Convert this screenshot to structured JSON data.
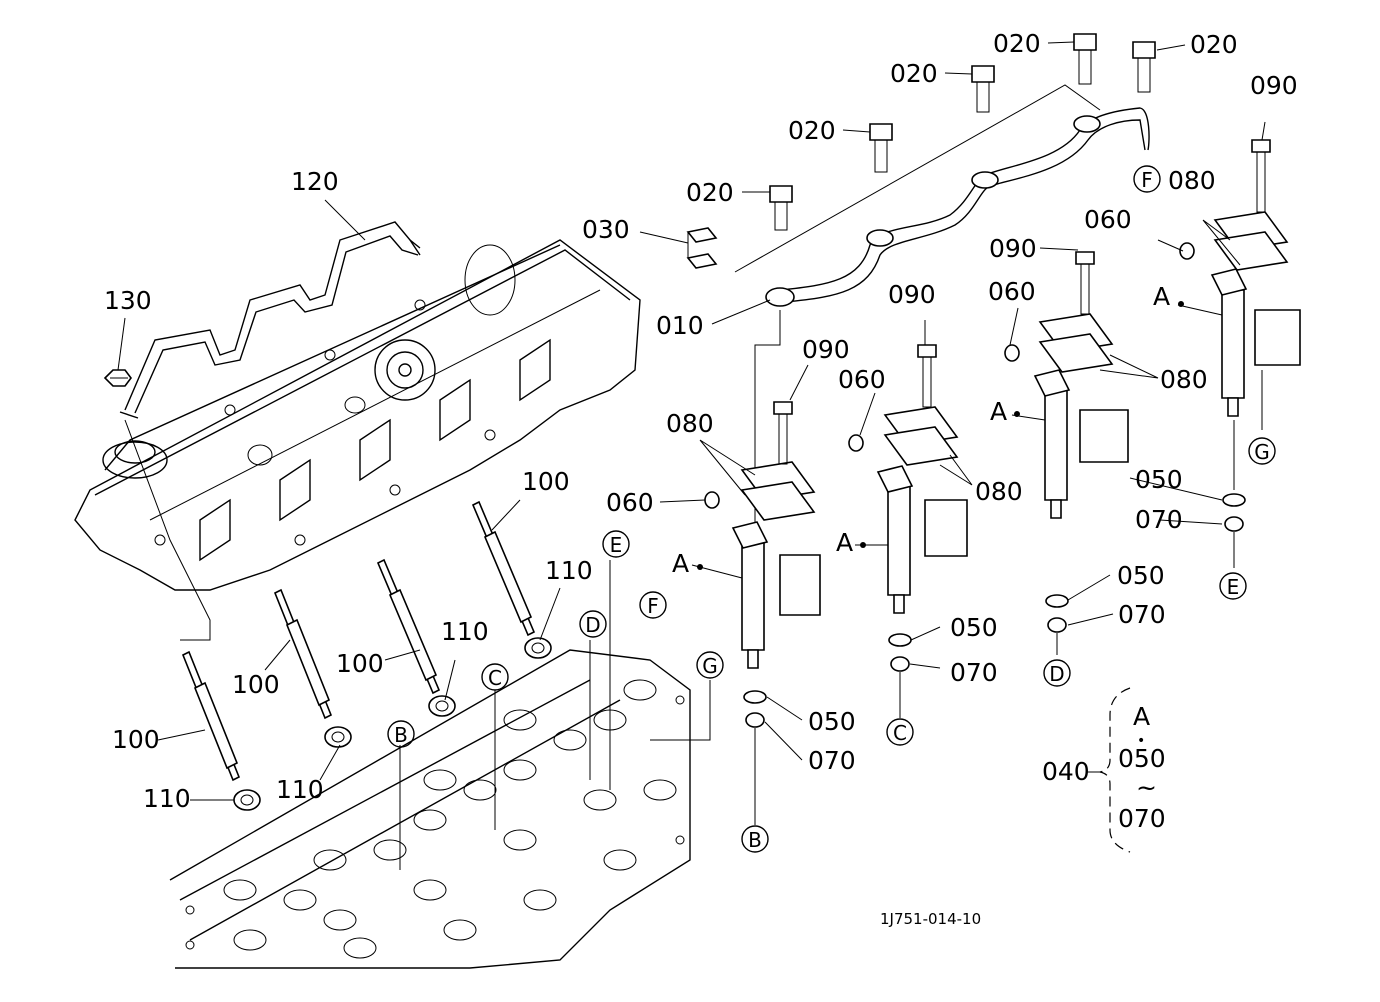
{
  "drawing_code": "1J751-014-10",
  "callouts": {
    "p010": "010",
    "p020a": "020",
    "p020b": "020",
    "p020c": "020",
    "p020d": "020",
    "p020e": "020",
    "p030": "030",
    "p040": "040",
    "p050a": "050",
    "p050b": "050",
    "p050c": "050",
    "p050d": "050",
    "p060a": "060",
    "p060b": "060",
    "p060c": "060",
    "p060d": "060",
    "p070a": "070",
    "p070b": "070",
    "p070c": "070",
    "p070d": "070",
    "p080a": "080",
    "p080b": "080",
    "p080c": "080",
    "p080d": "080",
    "p090a": "090",
    "p090b": "090",
    "p090c": "090",
    "p090d": "090",
    "p100a": "100",
    "p100b": "100",
    "p100c": "100",
    "p100d": "100",
    "p110a": "110",
    "p110b": "110",
    "p110c": "110",
    "p110d": "110",
    "p120": "120",
    "p130": "130"
  },
  "assembly_marks": {
    "a1": "A",
    "a2": "A",
    "a3": "A",
    "a4": "A"
  },
  "circle_refs": {
    "B1": "B",
    "B2": "B",
    "C1": "C",
    "C2": "C",
    "D1": "D",
    "D2": "D",
    "E1": "E",
    "E2": "E",
    "F1": "F",
    "F2": "F",
    "G1": "G",
    "G2": "G"
  },
  "legend": {
    "kit": "040",
    "top": "A",
    "dot": "•",
    "from": "050",
    "tilde": "~",
    "to": "070"
  }
}
